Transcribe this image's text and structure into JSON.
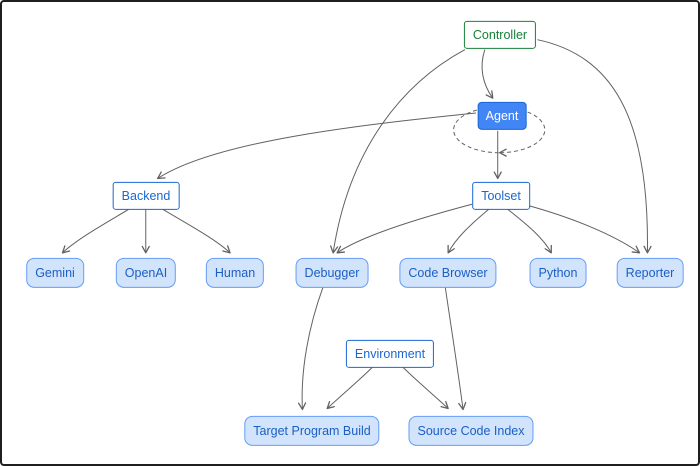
{
  "diagram": {
    "nodes": {
      "controller": "Controller",
      "agent": "Agent",
      "backend": "Backend",
      "toolset": "Toolset",
      "gemini": "Gemini",
      "openai": "OpenAI",
      "human": "Human",
      "debugger": "Debugger",
      "code_browser": "Code Browser",
      "python": "Python",
      "reporter": "Reporter",
      "environment": "Environment",
      "target_program_build": "Target Program Build",
      "source_code_index": "Source Code Index"
    },
    "edges": [
      {
        "from": "controller",
        "to": "agent"
      },
      {
        "from": "controller",
        "to": "debugger"
      },
      {
        "from": "controller",
        "to": "reporter"
      },
      {
        "from": "agent",
        "to": "toolset"
      },
      {
        "from": "agent",
        "to": "backend"
      },
      {
        "from": "agent",
        "to": "agent",
        "style": "dashed-self-loop"
      },
      {
        "from": "backend",
        "to": "gemini"
      },
      {
        "from": "backend",
        "to": "openai"
      },
      {
        "from": "backend",
        "to": "human"
      },
      {
        "from": "toolset",
        "to": "debugger"
      },
      {
        "from": "toolset",
        "to": "code_browser"
      },
      {
        "from": "toolset",
        "to": "python"
      },
      {
        "from": "toolset",
        "to": "reporter"
      },
      {
        "from": "debugger",
        "to": "target_program_build"
      },
      {
        "from": "code_browser",
        "to": "source_code_index"
      },
      {
        "from": "environment",
        "to": "target_program_build"
      },
      {
        "from": "environment",
        "to": "source_code_index"
      }
    ],
    "colors": {
      "controller_accent": "#188038",
      "agent_fill": "#4285f4",
      "agent_text": "#ffffff",
      "primary_blue": "#1967d2",
      "leaf_fill": "#d2e3fc",
      "leaf_border": "#669df6",
      "leaf_text": "#1b5fc4",
      "edge": "#616161",
      "canvas_border": "#1f1f1f",
      "background": "#ffffff"
    }
  }
}
